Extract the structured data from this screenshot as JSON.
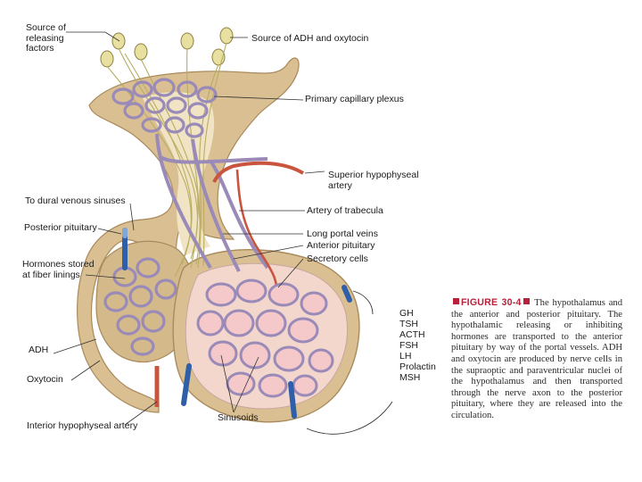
{
  "labels": {
    "source_releasing_factors": "Source of\nreleasing\nfactors",
    "source_adh_oxytocin": "Source of ADH and oxytocin",
    "primary_capillary_plexus": "Primary capillary plexus",
    "superior_hypophyseal_artery": "Superior hypophyseal\nartery",
    "to_dural_venous_sinuses": "To dural venous sinuses",
    "artery_of_trabecula": "Artery of trabecula",
    "posterior_pituitary": "Posterior pituitary",
    "long_portal_veins": "Long portal veins",
    "anterior_pituitary": "Anterior pituitary",
    "secretory_cells": "Secretory cells",
    "hormones_stored": "Hormones stored\nat fiber linings",
    "adh": "ADH",
    "oxytocin": "Oxytocin",
    "sinusoids": "Sinusoids",
    "inferior_hypophyseal_artery": "Interior hypophyseal artery"
  },
  "anterior_hormones": [
    "GH",
    "TSH",
    "ACTH",
    "FSH",
    "LH",
    "Prolactin",
    "MSH"
  ],
  "caption": {
    "figure_label": "FIGURE 30-4",
    "title": "The hypothalamus and the anterior and posterior pituitary.",
    "body": "The hypothalamic releasing or inhibiting hormones are transported to the anterior pituitary by way of the portal vessels. ADH and oxytocin are produced by nerve cells in the supraoptic and paraventricular nuclei of the hypothalamus and then transported through the nerve axon to the posterior pituitary, where they are released into the circulation."
  },
  "colors": {
    "tissue": "#d9bf92",
    "anterior_lobe": "#f3d7cc",
    "vessel": "#9a8ab8",
    "vein_blue": "#2e5fa8",
    "artery_red": "#c9553f",
    "neuron": "#e8e0a0",
    "caption_accent": "#b8213a"
  }
}
